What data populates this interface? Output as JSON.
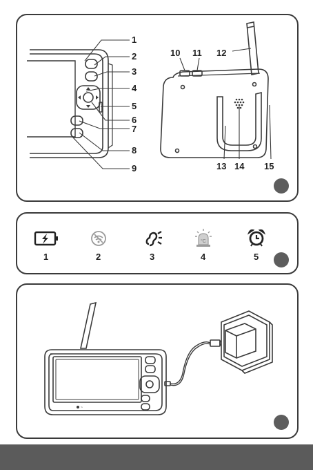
{
  "panel1": {
    "callouts_left": [
      "1",
      "2",
      "3",
      "4",
      "5",
      "6",
      "7",
      "8",
      "9"
    ],
    "callouts_back": [
      "10",
      "11",
      "12",
      "13",
      "14",
      "15"
    ]
  },
  "panel2": {
    "icons": [
      {
        "label": "1",
        "icon": "battery-charging-icon"
      },
      {
        "label": "2",
        "icon": "no-signal-icon"
      },
      {
        "label": "3",
        "icon": "sound-level-icon"
      },
      {
        "label": "4",
        "icon": "temperature-alarm-icon"
      },
      {
        "label": "5",
        "icon": "alarm-clock-icon"
      }
    ]
  },
  "colors": {
    "outline": "#3a3a3a",
    "dot": "#5d5d5d",
    "footer": "#5b5b5b",
    "icon_light": "#9a9a9a"
  }
}
